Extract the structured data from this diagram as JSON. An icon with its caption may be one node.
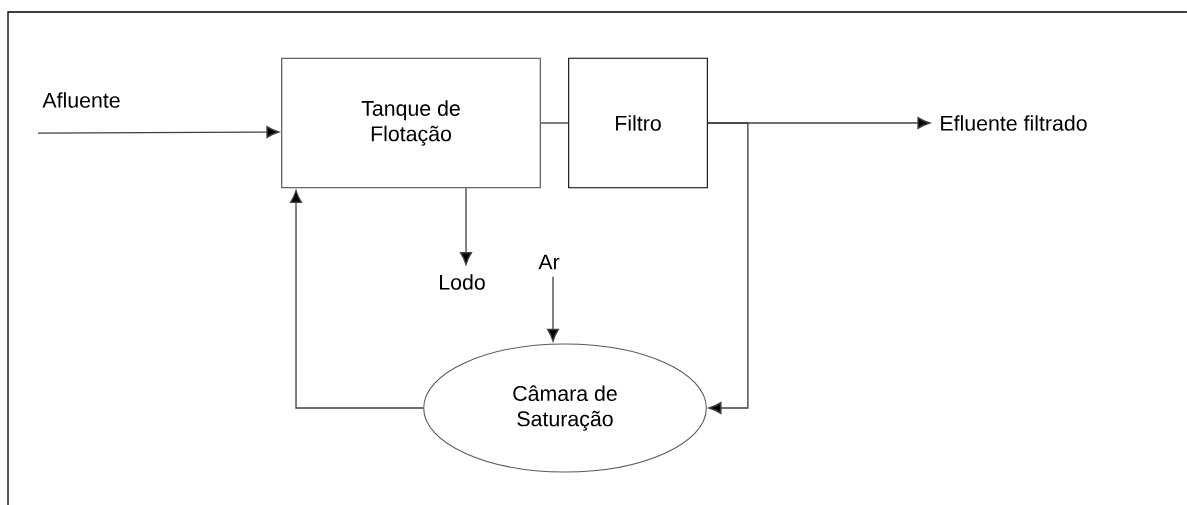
{
  "diagram": {
    "nodes": [
      {
        "text": [
          "Afluente"
        ]
      },
      {
        "text": [
          "Tanque de Flotação"
        ]
      },
      {
        "text": [
          "Filtro"
        ]
      },
      {
        "text": [
          "Efluente filtrado"
        ]
      },
      {
        "text": [
          "Lodo"
        ]
      },
      {
        "text": [
          "Ar"
        ]
      },
      {
        "text": [
          "Câmara de Saturação"
        ]
      }
    ],
    "edges": [
      {
        "from": 0,
        "to": 1,
        "arrow": "to"
      },
      {
        "from": 1,
        "to": 2,
        "arrow": "none"
      },
      {
        "from": 2,
        "to": 3,
        "arrow": "to"
      },
      {
        "from": 2,
        "to": 6,
        "arrow": "to"
      },
      {
        "from": 1,
        "to": 4,
        "arrow": "to"
      },
      {
        "from": 5,
        "to": 6,
        "arrow": "to"
      },
      {
        "from": 6,
        "to": 1,
        "arrow": "to"
      }
    ]
  }
}
